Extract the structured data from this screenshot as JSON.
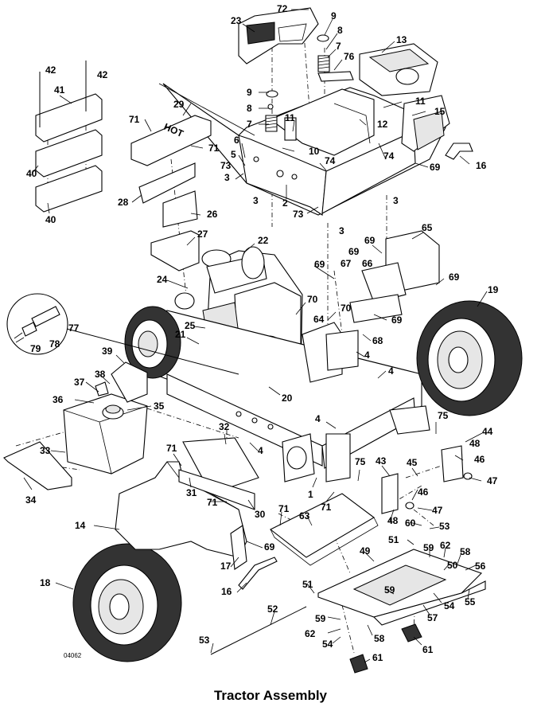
{
  "figure": {
    "title": "Tractor Assembly",
    "drawing_number": "04062",
    "decal_text": "HOT"
  },
  "callouts": [
    {
      "id": "c72",
      "label": "72"
    },
    {
      "id": "c9a",
      "label": "9"
    },
    {
      "id": "c8a",
      "label": "8"
    },
    {
      "id": "c23",
      "label": "23"
    },
    {
      "id": "c7a",
      "label": "7"
    },
    {
      "id": "c76",
      "label": "76"
    },
    {
      "id": "c13",
      "label": "13"
    },
    {
      "id": "c42a",
      "label": "42"
    },
    {
      "id": "c42b",
      "label": "42"
    },
    {
      "id": "c41",
      "label": "41"
    },
    {
      "id": "c29",
      "label": "29"
    },
    {
      "id": "c9b",
      "label": "9"
    },
    {
      "id": "c8b",
      "label": "8"
    },
    {
      "id": "c11a",
      "label": "11"
    },
    {
      "id": "c11b",
      "label": "11"
    },
    {
      "id": "c15",
      "label": "15"
    },
    {
      "id": "c71a",
      "label": "71"
    },
    {
      "id": "c7b",
      "label": "7"
    },
    {
      "id": "c12",
      "label": "12"
    },
    {
      "id": "c6",
      "label": "6"
    },
    {
      "id": "c71b",
      "label": "71"
    },
    {
      "id": "c10",
      "label": "10"
    },
    {
      "id": "c5",
      "label": "5"
    },
    {
      "id": "c74a",
      "label": "74"
    },
    {
      "id": "c74b",
      "label": "74"
    },
    {
      "id": "c40a",
      "label": "40"
    },
    {
      "id": "c73a",
      "label": "73"
    },
    {
      "id": "c69a",
      "label": "69"
    },
    {
      "id": "c16a",
      "label": "16"
    },
    {
      "id": "c3a",
      "label": "3"
    },
    {
      "id": "c2",
      "label": "2"
    },
    {
      "id": "c28",
      "label": "28"
    },
    {
      "id": "c3b",
      "label": "3"
    },
    {
      "id": "c3c",
      "label": "3"
    },
    {
      "id": "c73b",
      "label": "73"
    },
    {
      "id": "c40b",
      "label": "40"
    },
    {
      "id": "c26",
      "label": "26"
    },
    {
      "id": "c3d",
      "label": "3"
    },
    {
      "id": "c65",
      "label": "65"
    },
    {
      "id": "c27",
      "label": "27"
    },
    {
      "id": "c22",
      "label": "22"
    },
    {
      "id": "c69b",
      "label": "69"
    },
    {
      "id": "c69c",
      "label": "69"
    },
    {
      "id": "c69d",
      "label": "69"
    },
    {
      "id": "c67",
      "label": "67"
    },
    {
      "id": "c66",
      "label": "66"
    },
    {
      "id": "c69e",
      "label": "69"
    },
    {
      "id": "c19",
      "label": "19"
    },
    {
      "id": "c24",
      "label": "24"
    },
    {
      "id": "c70a",
      "label": "70"
    },
    {
      "id": "c70b",
      "label": "70"
    },
    {
      "id": "c64",
      "label": "64"
    },
    {
      "id": "c69f",
      "label": "69"
    },
    {
      "id": "c77",
      "label": "77"
    },
    {
      "id": "c25",
      "label": "25"
    },
    {
      "id": "c68",
      "label": "68"
    },
    {
      "id": "c78",
      "label": "78"
    },
    {
      "id": "c79",
      "label": "79"
    },
    {
      "id": "c21",
      "label": "21"
    },
    {
      "id": "c4a",
      "label": "4"
    },
    {
      "id": "c39",
      "label": "39"
    },
    {
      "id": "c4b",
      "label": "4"
    },
    {
      "id": "c38",
      "label": "38"
    },
    {
      "id": "c37",
      "label": "37"
    },
    {
      "id": "c20",
      "label": "20"
    },
    {
      "id": "c36",
      "label": "36"
    },
    {
      "id": "c35",
      "label": "35"
    },
    {
      "id": "c75a",
      "label": "75"
    },
    {
      "id": "c4c",
      "label": "4"
    },
    {
      "id": "c44",
      "label": "44"
    },
    {
      "id": "c48a",
      "label": "48"
    },
    {
      "id": "c32",
      "label": "32"
    },
    {
      "id": "c33",
      "label": "33"
    },
    {
      "id": "c4d",
      "label": "4"
    },
    {
      "id": "c46a",
      "label": "46"
    },
    {
      "id": "c71c",
      "label": "71"
    },
    {
      "id": "c43",
      "label": "43"
    },
    {
      "id": "c75b",
      "label": "75"
    },
    {
      "id": "c45",
      "label": "45"
    },
    {
      "id": "c47a",
      "label": "47"
    },
    {
      "id": "c34",
      "label": "34"
    },
    {
      "id": "c31",
      "label": "31"
    },
    {
      "id": "c1",
      "label": "1"
    },
    {
      "id": "c46b",
      "label": "46"
    },
    {
      "id": "c71d",
      "label": "71"
    },
    {
      "id": "c71e",
      "label": "71"
    },
    {
      "id": "c30",
      "label": "30"
    },
    {
      "id": "c47b",
      "label": "47"
    },
    {
      "id": "c71f",
      "label": "71"
    },
    {
      "id": "c63",
      "label": "63"
    },
    {
      "id": "c48b",
      "label": "48"
    },
    {
      "id": "c60",
      "label": "60"
    },
    {
      "id": "c14",
      "label": "14"
    },
    {
      "id": "c53a",
      "label": "53"
    },
    {
      "id": "c69g",
      "label": "69"
    },
    {
      "id": "c51a",
      "label": "51"
    },
    {
      "id": "c59a",
      "label": "59"
    },
    {
      "id": "c62a",
      "label": "62"
    },
    {
      "id": "c58a",
      "label": "58"
    },
    {
      "id": "c49",
      "label": "49"
    },
    {
      "id": "c50",
      "label": "50"
    },
    {
      "id": "c56",
      "label": "56"
    },
    {
      "id": "c17",
      "label": "17"
    },
    {
      "id": "c18",
      "label": "18"
    },
    {
      "id": "c16b",
      "label": "16"
    },
    {
      "id": "c51b",
      "label": "51"
    },
    {
      "id": "c59b",
      "label": "59"
    },
    {
      "id": "c54a",
      "label": "54"
    },
    {
      "id": "c55",
      "label": "55"
    },
    {
      "id": "c52",
      "label": "52"
    },
    {
      "id": "c57",
      "label": "57"
    },
    {
      "id": "c59c",
      "label": "59"
    },
    {
      "id": "c62b",
      "label": "62"
    },
    {
      "id": "c58b",
      "label": "58"
    },
    {
      "id": "c54b",
      "label": "54"
    },
    {
      "id": "c53b",
      "label": "53"
    },
    {
      "id": "c61a",
      "label": "61"
    },
    {
      "id": "c61b",
      "label": "61"
    }
  ]
}
